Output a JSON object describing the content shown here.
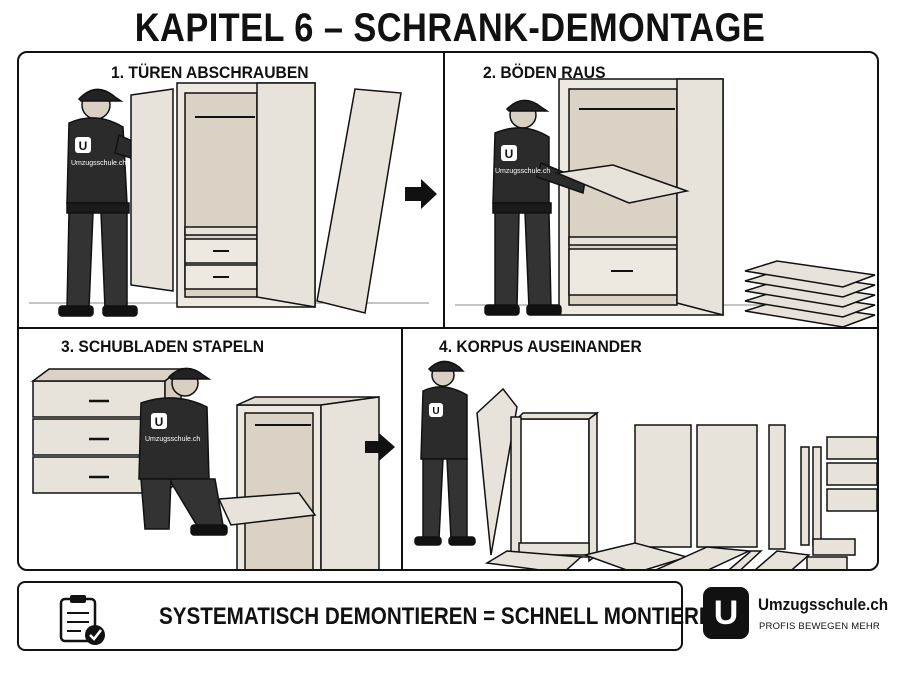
{
  "title": "KAPITEL 6 – SCHRANK-DEMONTAGE",
  "steps": [
    {
      "label": "1. TÜREN ABSCHRAUBEN"
    },
    {
      "label": "2. BÖDEN RAUS"
    },
    {
      "label": "3. SCHUBLADEN STAPELN"
    },
    {
      "label": "4. KORPUS AUSEINANDER"
    }
  ],
  "worker_shirt_logo": "U",
  "worker_shirt_text": "Umzugsschule.ch",
  "footer": {
    "icon": "clipboard-checklist-icon",
    "slogan": "SYSTEMATISCH DEMONTIEREN = SCHNELL MONTIEREN."
  },
  "brand": {
    "logo_letter": "U",
    "name": "Umzugsschule.ch",
    "tagline": "PROFIS BEWEGEN MEHR"
  },
  "colors": {
    "ink": "#111111",
    "wood": "#e8e3da",
    "paper": "#ffffff"
  }
}
